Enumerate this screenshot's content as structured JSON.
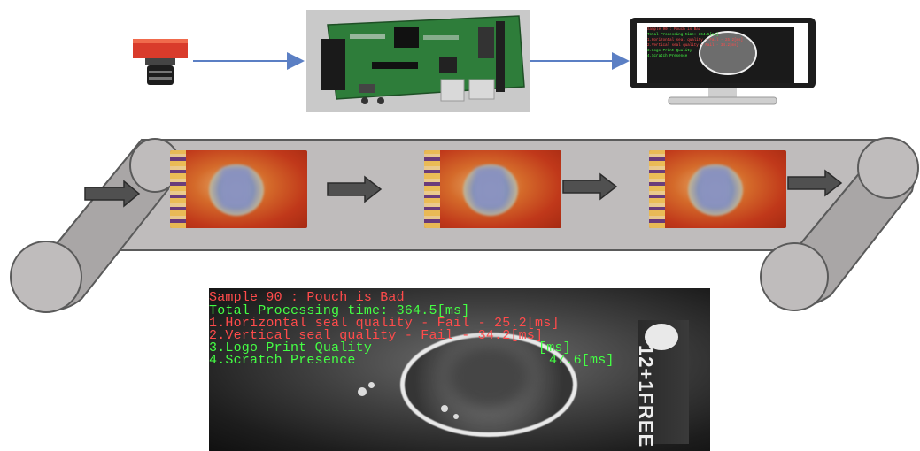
{
  "colors": {
    "arrow_blue": "#5b7fc4",
    "belt_fill": "#bfbcbc",
    "text_red": "#ff4b4b",
    "text_green": "#44ff44",
    "camera_red": "#d93b2b",
    "pcb_green": "#2e7d3a"
  },
  "pipeline": {
    "camera": {
      "icon": "industrial-camera-icon"
    },
    "board": {
      "icon": "embedded-processing-board-icon"
    },
    "monitor": {
      "icon": "display-monitor-icon"
    }
  },
  "pouch": {
    "badge_text": "12+1FREE"
  },
  "result": {
    "lines": [
      {
        "text": "Sample 90 : Pouch is Bad",
        "status": "red"
      },
      {
        "text": "Total Processing time: 364.5[ms]",
        "status": "green"
      },
      {
        "text": "1.Horizontal seal quality - Fail - 25.2[ms]",
        "status": "red"
      },
      {
        "text": "2.Vertical seal quality - Fail - 34.2[ms]",
        "status": "red"
      },
      {
        "text": "3.Logo Print Quality",
        "status": "green"
      },
      {
        "text": "[ms]",
        "status": "green"
      },
      {
        "text": "4.Scratch Presence",
        "status": "green"
      },
      {
        "text": "47.6[ms]",
        "status": "green"
      }
    ],
    "badge_text": "12+1FREE"
  }
}
